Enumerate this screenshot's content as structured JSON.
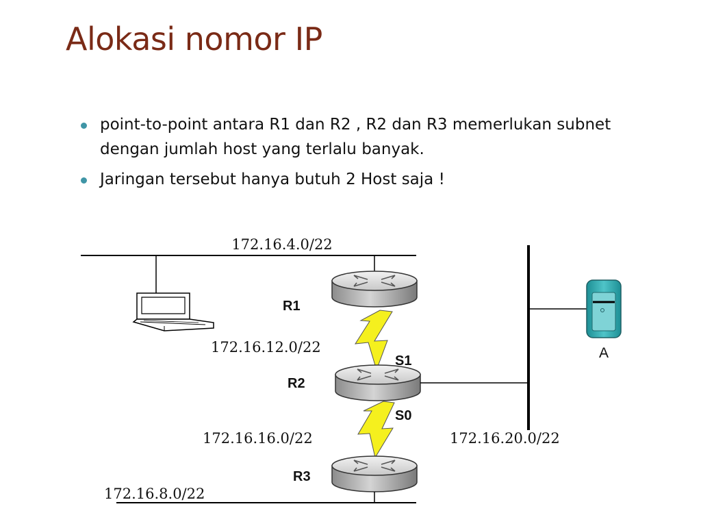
{
  "title": "Alokasi nomor IP",
  "bullets": [
    "point-to-point antara R1  dan R2 , R2 dan R3 memerlukan subnet dengan jumlah host yang terlalu banyak.",
    "Jaringan tersebut hanya butuh 2 Host saja !"
  ],
  "diagram": {
    "networks": {
      "lan_r1": "172.16.4.0/22",
      "wan_r1_r2": "172.16.12.0/22",
      "wan_r2_r3": "172.16.16.0/22",
      "lan_r2": "172.16.20.0/22",
      "lan_r3": "172.16.8.0/22"
    },
    "routers": {
      "r1": "R1",
      "r2": "R2",
      "r3": "R3"
    },
    "interfaces": {
      "s1": "S1",
      "s0": "S0"
    },
    "server": "A"
  },
  "colors": {
    "title": "#7a2a16",
    "bullet": "#3f95a6",
    "wan_link": "#f5f01e",
    "server": "#2aa3a8"
  }
}
